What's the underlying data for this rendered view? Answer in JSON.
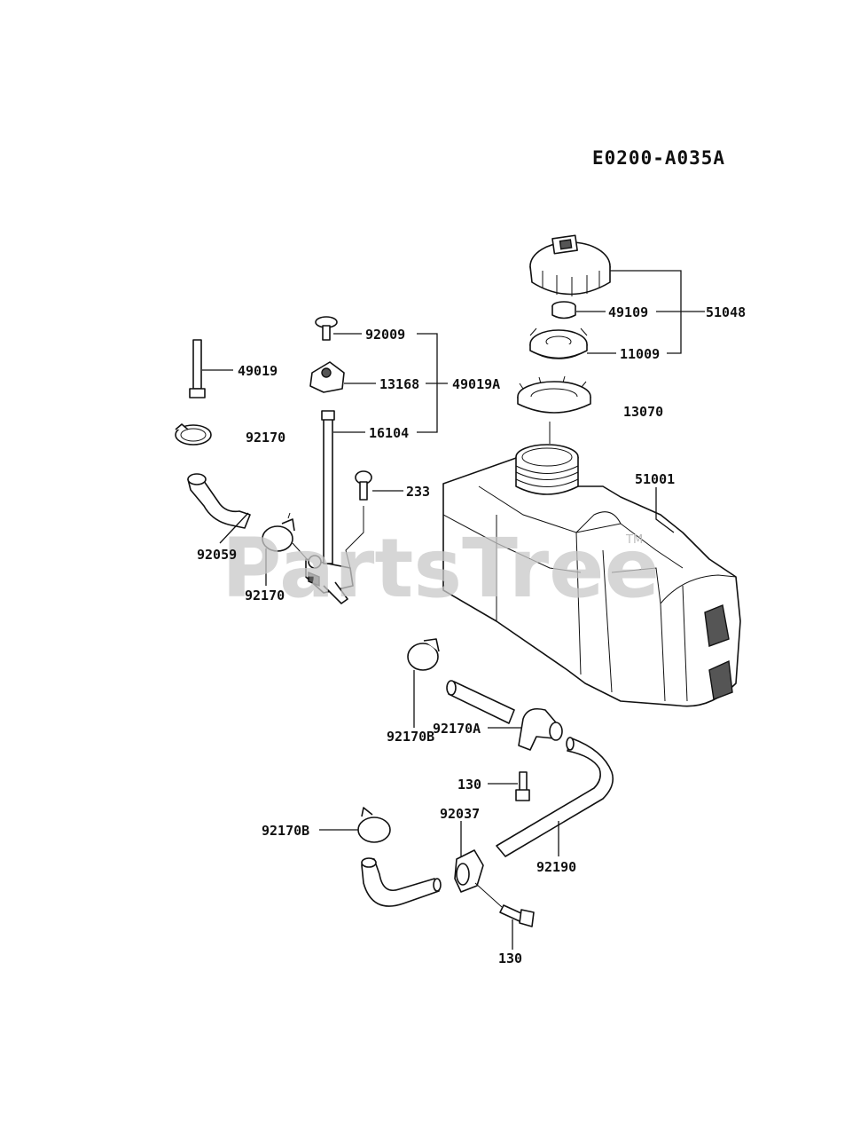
{
  "diagram_code": "E0200-A035A",
  "watermark": "PartsTree",
  "watermark_tm": "TM",
  "labels": {
    "p49019": "49019",
    "p92170_top": "92170",
    "p92059": "92059",
    "p92170_mid": "92170",
    "p92009": "92009",
    "p13168": "13168",
    "p49019A": "49019A",
    "p16104": "16104",
    "p233": "233",
    "p49109": "49109",
    "p51048": "51048",
    "p11009": "11009",
    "p13070": "13070",
    "p51001": "51001",
    "p92170B_top": "92170B",
    "p92170A": "92170A",
    "p130_top": "130",
    "p92037": "92037",
    "p92170B_bot": "92170B",
    "p92190": "92190",
    "p130_bot": "130"
  }
}
